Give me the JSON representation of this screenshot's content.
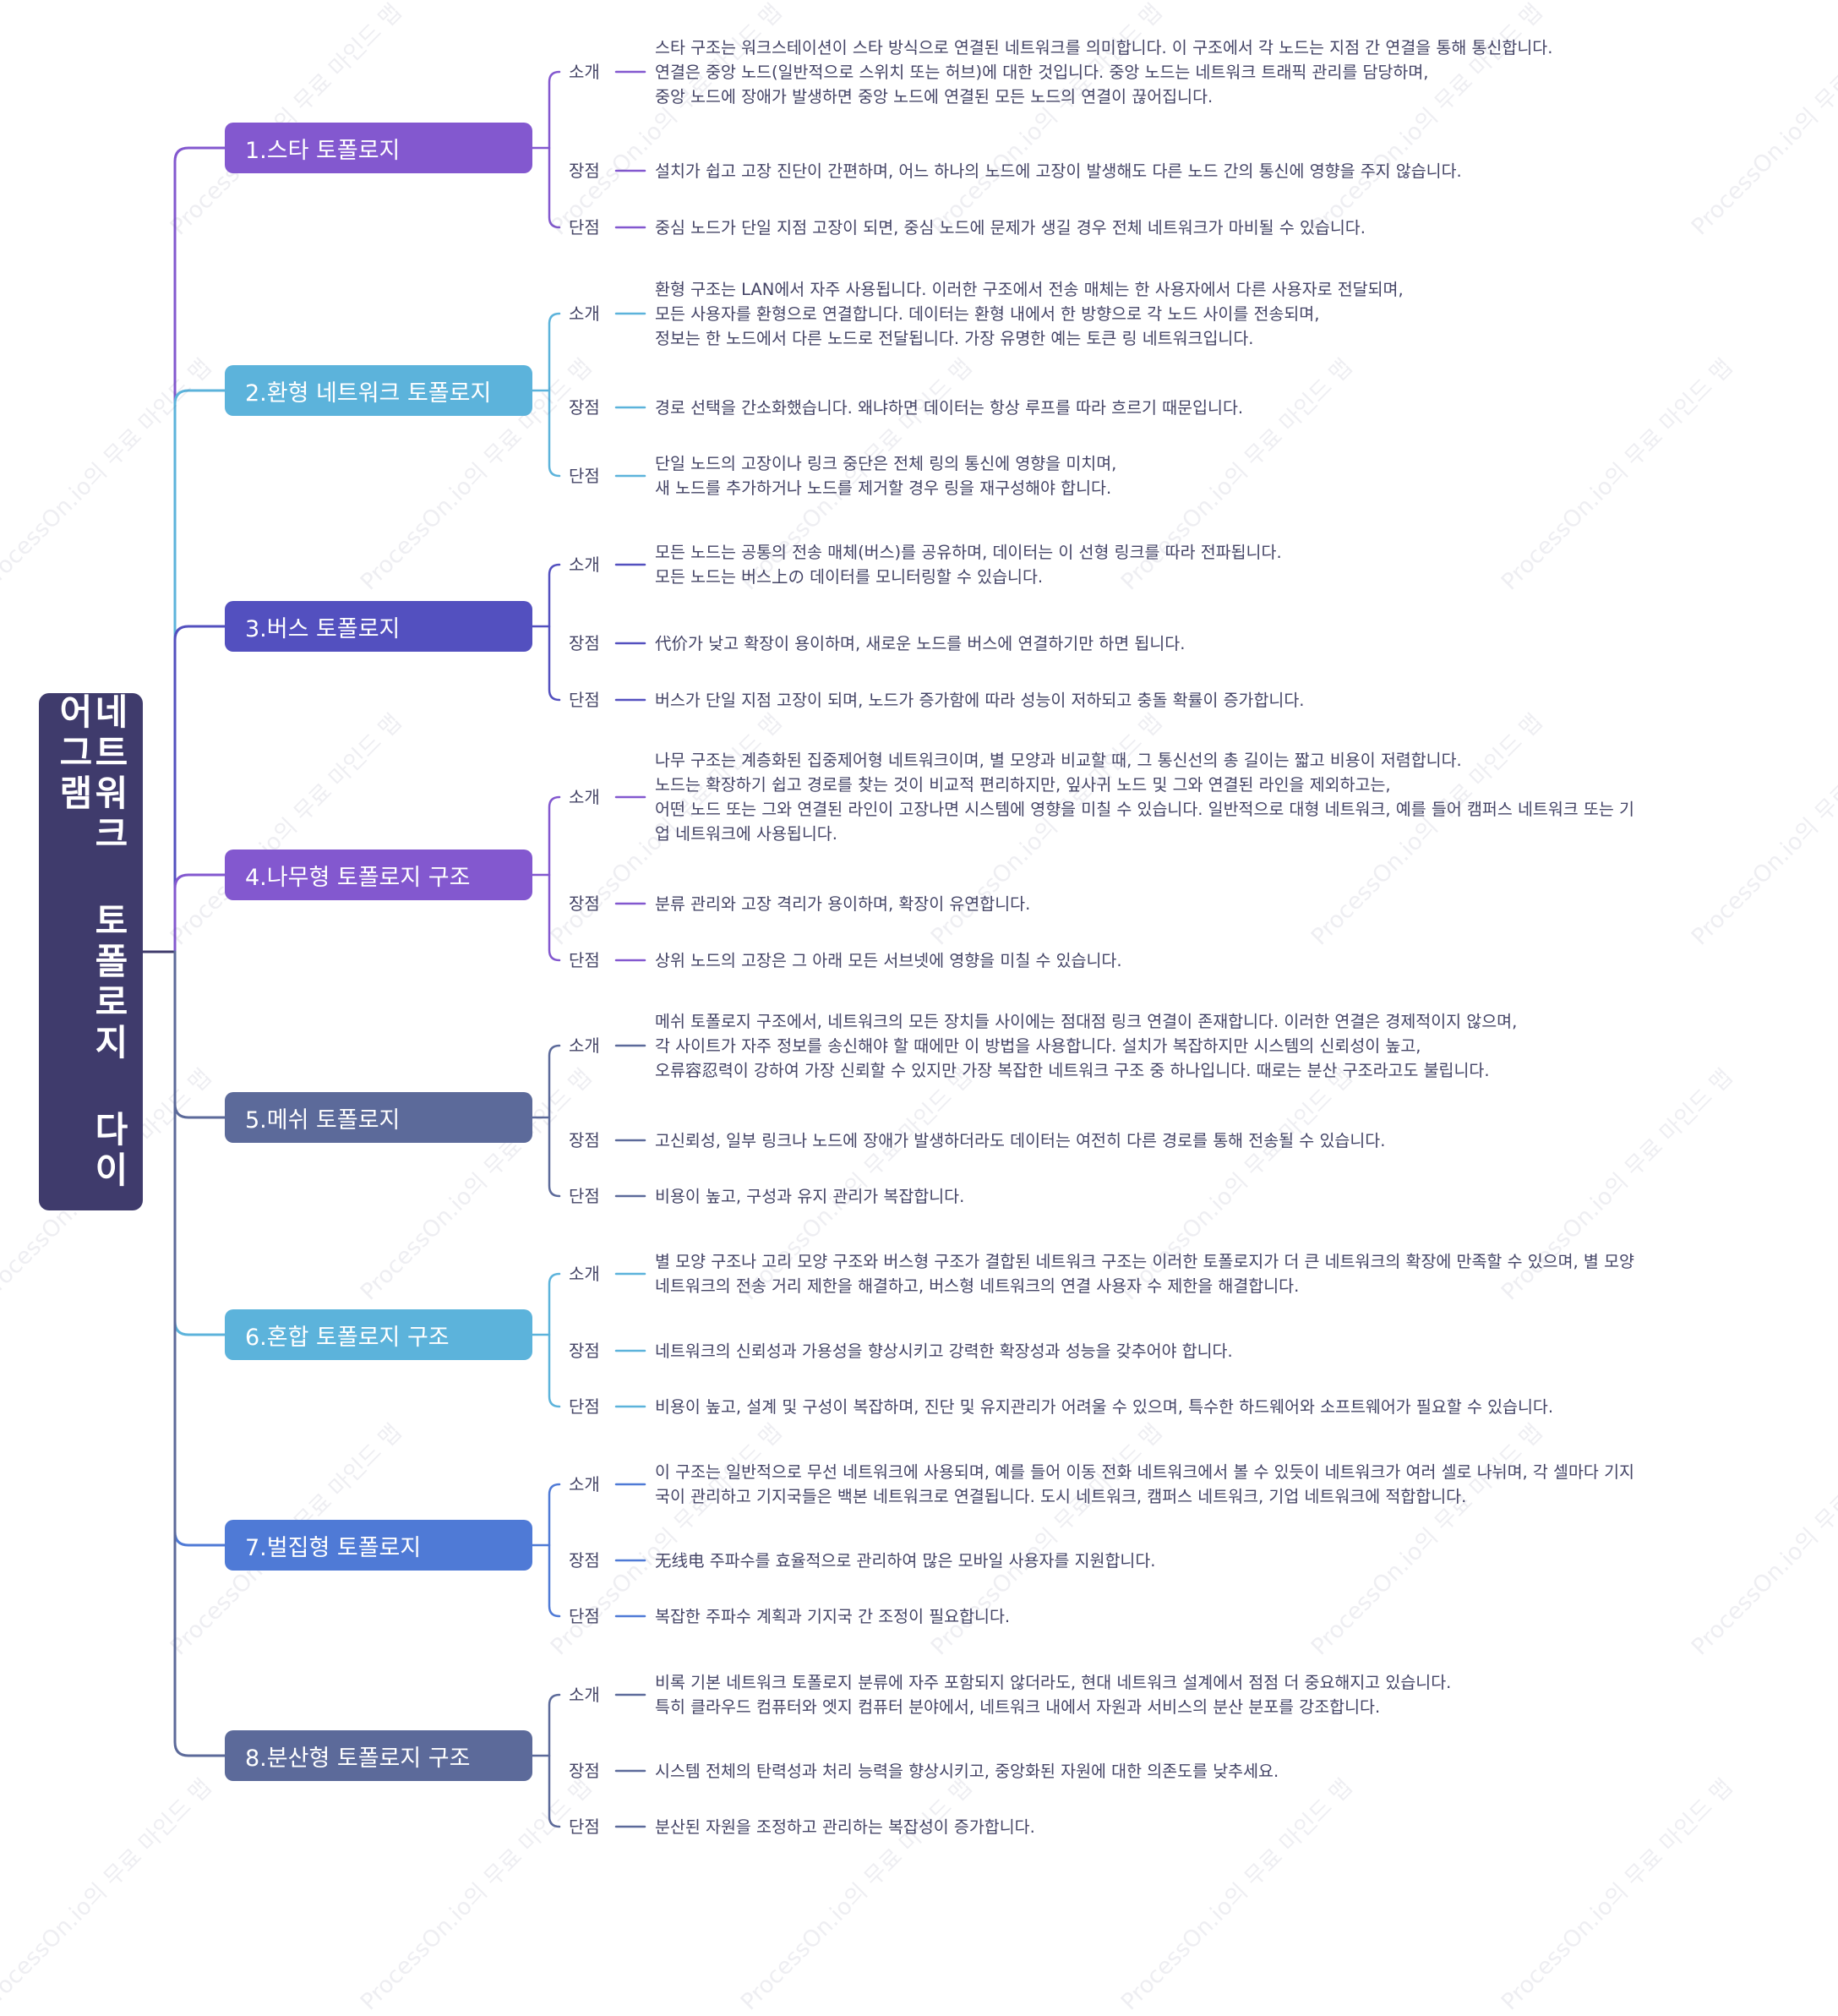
{
  "title": "네트워크 토폴로지 다이어그램",
  "watermark": "ProcessOn.io의 무료 마인드 맵",
  "branches": [
    {
      "label": "1.스타 토폴로지",
      "color": "#8358cf",
      "items": [
        {
          "tag": "소개",
          "text": "스타 구조는 워크스테이션이 스타 방식으로 연결된 네트워크를 의미합니다. 이 구조에서 각 노드는 지점 간 연결을 통해 통신합니다.\n연결은 중앙 노드(일반적으로 스위치 또는 허브)에 대한 것입니다. 중앙 노드는 네트워크 트래픽 관리를 담당하며,\n중앙 노드에 장애가 발생하면 중앙 노드에 연결된 모든 노드의 연결이 끊어집니다."
        },
        {
          "tag": "장점",
          "text": "설치가 쉽고 고장 진단이 간편하며, 어느 하나의 노드에 고장이 발생해도 다른 노드 간의 통신에 영향을 주지 않습니다."
        },
        {
          "tag": "단점",
          "text": "중심 노드가 단일 지점 고장이 되면, 중심 노드에 문제가 생길 경우 전체 네트워크가 마비될 수 있습니다."
        }
      ]
    },
    {
      "label": "2.환형 네트워크 토폴로지",
      "color": "#5cb3db",
      "items": [
        {
          "tag": "소개",
          "text": "환형 구조는 LAN에서 자주 사용됩니다. 이러한 구조에서 전송 매체는 한 사용자에서 다른 사용자로 전달되며,\n모든 사용자를 환형으로 연결합니다. 데이터는 환형 내에서 한 방향으로 각 노드 사이를 전송되며,\n정보는 한 노드에서 다른 노드로 전달됩니다. 가장 유명한 예는 토큰 링 네트워크입니다."
        },
        {
          "tag": "장점",
          "text": "경로 선택을 간소화했습니다. 왜냐하면 데이터는 항상 루프를 따라 흐르기 때문입니다."
        },
        {
          "tag": "단점",
          "text": "단일 노드의 고장이나 링크 중단은 전체 링의 통신에 영향을 미치며,\n새 노드를 추가하거나 노드를 제거할 경우 링을 재구성해야 합니다."
        }
      ]
    },
    {
      "label": "3.버스 토폴로지",
      "color": "#5350bf",
      "items": [
        {
          "tag": "소개",
          "text": "모든 노드는 공통의 전송 매체(버스)를 공유하며, 데이터는 이 선형 링크를 따라 전파됩니다.\n모든 노드는 버스上の 데이터를 모니터링할 수 있습니다."
        },
        {
          "tag": "장점",
          "text": "代价가 낮고 확장이 용이하며, 새로운 노드를 버스에 연결하기만 하면 됩니다."
        },
        {
          "tag": "단점",
          "text": "버스가 단일 지점 고장이 되며, 노드가 증가함에 따라 성능이 저하되고 충돌 확률이 증가합니다."
        }
      ]
    },
    {
      "label": "4.나무형 토폴로지 구조",
      "color": "#8358cf",
      "items": [
        {
          "tag": "소개",
          "text": "나무 구조는 계층화된 집중제어형 네트워크이며, 별 모양과 비교할 때, 그 통신선의 총 길이는 짧고 비용이 저렴합니다.\n노드는 확장하기 쉽고 경로를 찾는 것이 비교적 편리하지만, 잎사귀 노드 및 그와 연결된 라인을 제외하고는,\n어떤 노드 또는 그와 연결된 라인이 고장나면 시스템에 영향을 미칠 수 있습니다. 일반적으로 대형 네트워크, 예를 들어 캠퍼스 네트워크 또는 기\n업 네트워크에 사용됩니다."
        },
        {
          "tag": "장점",
          "text": "분류 관리와 고장 격리가 용이하며, 확장이 유연합니다."
        },
        {
          "tag": "단점",
          "text": "상위 노드의 고장은 그 아래 모든 서브넷에 영향을 미칠 수 있습니다."
        }
      ]
    },
    {
      "label": "5.메쉬 토폴로지",
      "color": "#5c6a9a",
      "items": [
        {
          "tag": "소개",
          "text": "메쉬 토폴로지 구조에서, 네트워크의 모든 장치들 사이에는 점대점 링크 연결이 존재합니다. 이러한 연결은 경제적이지 않으며,\n각 사이트가 자주 정보를 송신해야 할 때에만 이 방법을 사용합니다. 설치가 복잡하지만 시스템의 신뢰성이 높고,\n오류容忍력이 강하여 가장 신뢰할 수 있지만 가장 복잡한 네트워크 구조 중 하나입니다. 때로는 분산 구조라고도 불립니다."
        },
        {
          "tag": "장점",
          "text": "고신뢰성, 일부 링크나 노드에 장애가 발생하더라도 데이터는 여전히 다른 경로를 통해 전송될 수 있습니다."
        },
        {
          "tag": "단점",
          "text": "비용이 높고, 구성과 유지 관리가 복잡합니다."
        }
      ]
    },
    {
      "label": "6.혼합 토폴로지 구조",
      "color": "#5cb3db",
      "items": [
        {
          "tag": "소개",
          "text": "별 모양 구조나 고리 모양 구조와 버스형 구조가 결합된 네트워크 구조는 이러한 토폴로지가 더 큰 네트워크의 확장에 만족할 수 있으며, 별 모양\n네트워크의 전송 거리 제한을 해결하고, 버스형 네트워크의 연결 사용자 수 제한을 해결합니다."
        },
        {
          "tag": "장점",
          "text": "네트워크의 신뢰성과 가용성을 향상시키고 강력한 확장성과 성능을 갖추어야 합니다."
        },
        {
          "tag": "단점",
          "text": "비용이 높고, 설계 및 구성이 복잡하며, 진단 및 유지관리가 어려울 수 있으며, 특수한 하드웨어와 소프트웨어가 필요할 수 있습니다."
        }
      ]
    },
    {
      "label": "7.벌집형 토폴로지",
      "color": "#4f7ad6",
      "items": [
        {
          "tag": "소개",
          "text": "이 구조는 일반적으로 무선 네트워크에 사용되며, 예를 들어 이동 전화 네트워크에서 볼 수 있듯이 네트워크가 여러 셀로 나뉘며, 각 셀마다 기지\n국이 관리하고 기지국들은 백본 네트워크로 연결됩니다. 도시 네트워크, 캠퍼스 네트워크, 기업 네트워크에 적합합니다."
        },
        {
          "tag": "장점",
          "text": "无线电 주파수를 효율적으로 관리하여 많은 모바일 사용자를 지원합니다."
        },
        {
          "tag": "단점",
          "text": "복잡한 주파수 계획과 기지국 간 조정이 필요합니다."
        }
      ]
    },
    {
      "label": "8.분산형 토폴로지 구조",
      "color": "#5c6a9a",
      "items": [
        {
          "tag": "소개",
          "text": "비록 기본 네트워크 토폴로지 분류에 자주 포함되지 않더라도, 현대 네트워크 설계에서 점점 더 중요해지고 있습니다.\n특히 클라우드 컴퓨터와 엣지 컴퓨터 분야에서, 네트워크 내에서 자원과 서비스의 분산 분포를 강조합니다."
        },
        {
          "tag": "장점",
          "text": "시스템 전체의 탄력성과 처리 능력을 향상시키고, 중앙화된 자원에 대한 의존도를 낮추세요."
        },
        {
          "tag": "단점",
          "text": "분산된 자원을 조정하고 관리하는 복잡성이 증가합니다."
        }
      ]
    }
  ]
}
